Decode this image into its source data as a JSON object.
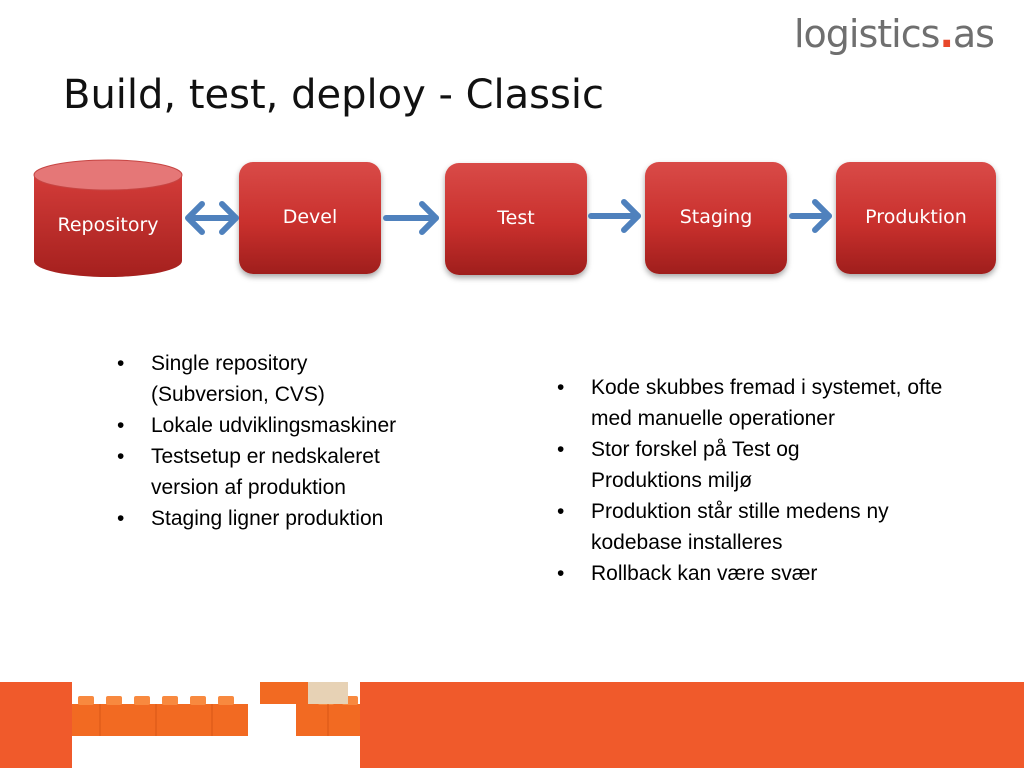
{
  "logo": {
    "brand_text": "logistics",
    "dot_text": ".",
    "suffix_text": "as"
  },
  "title": "Build, test, deploy - Classic",
  "diagram": {
    "repository_label": "Repository",
    "stages": [
      "Devel",
      "Test",
      "Staging",
      "Produktion"
    ],
    "colors": {
      "box": "#c9302d",
      "arrow": "#4f81bd"
    }
  },
  "bullets_left": [
    "Single repository (Subversion, CVS)",
    "Lokale udviklingsmaskiner",
    "Testsetup er nedskaleret version af produktion",
    "Staging ligner produktion"
  ],
  "bullets_right": [
    "Kode skubbes fremad i systemet, ofte med manuelle operationer",
    "Stor forskel på Test og Produktions miljø",
    "Produktion står stille medens ny kodebase installeres",
    "Rollback kan være svær"
  ],
  "footer": {
    "color": "#f05a2b",
    "image_icon": "lego-bricks-icon"
  }
}
